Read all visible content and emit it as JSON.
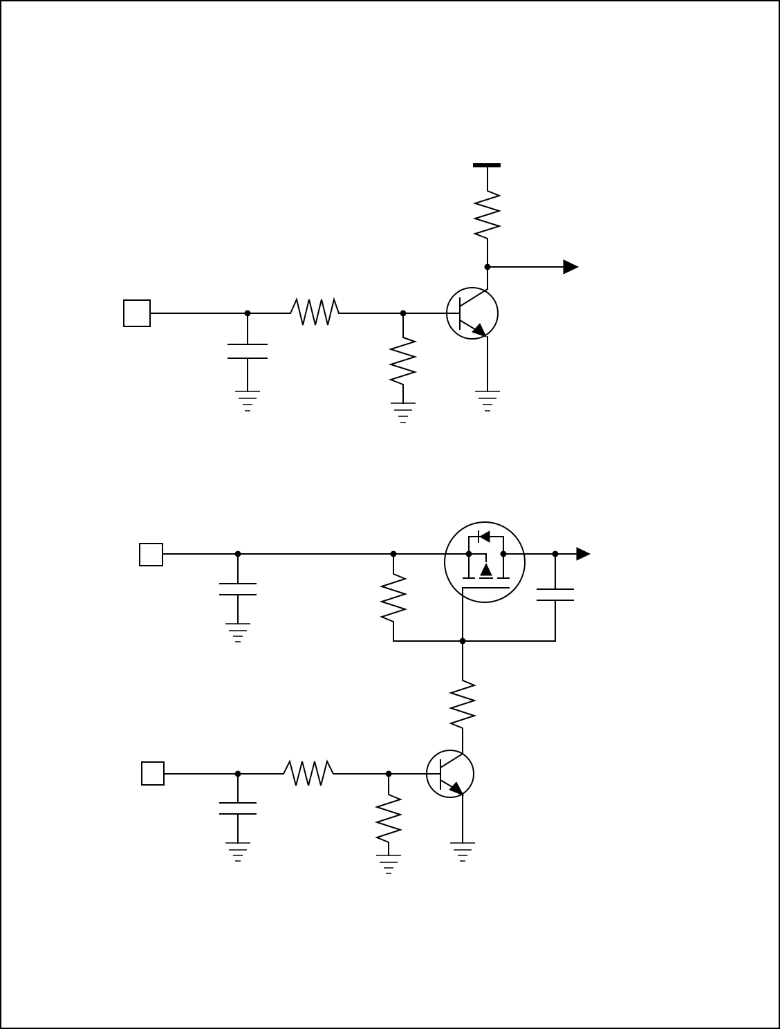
{
  "diagram": {
    "type": "schematic",
    "colors": {
      "ink": "#000000",
      "paper": "#ffffff"
    },
    "circuits": [
      {
        "name": "",
        "components": [
          "input-terminal",
          "capacitor",
          "resistor",
          "resistor",
          "npn-transistor",
          "resistor",
          "supply-rail",
          "output-arrow",
          "ground",
          "ground",
          "ground"
        ]
      },
      {
        "name": "",
        "components": [
          "input-terminal",
          "capacitor",
          "resistor",
          "p-channel-mosfet",
          "capacitor",
          "output-arrow",
          "resistor",
          "input-terminal",
          "capacitor",
          "resistor",
          "resistor",
          "npn-transistor",
          "ground",
          "ground",
          "ground",
          "ground"
        ]
      }
    ]
  }
}
